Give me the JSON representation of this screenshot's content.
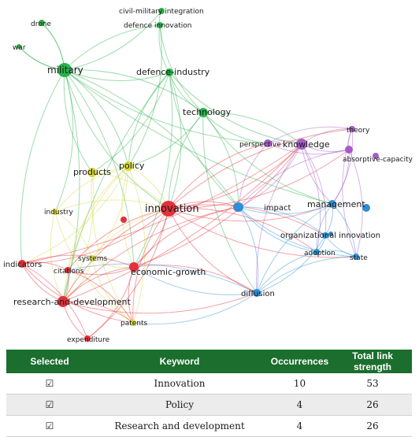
{
  "colors": {
    "green": "#2bb24c",
    "yellow": "#d8d83c",
    "red": "#e2313b",
    "purple": "#a45cc6",
    "blue": "#2c8fd6",
    "header_bg": "#1b6e2e"
  },
  "network": {
    "nodes": [
      {
        "id": "drone",
        "label": "drone",
        "cluster": "green"
      },
      {
        "id": "war",
        "label": "war",
        "cluster": "green"
      },
      {
        "id": "military",
        "label": "military",
        "cluster": "green"
      },
      {
        "id": "civil-military-integration",
        "label": "civil-military integration",
        "cluster": "green"
      },
      {
        "id": "defence-innovation",
        "label": "defence innovation",
        "cluster": "green"
      },
      {
        "id": "defence-industry",
        "label": "defence-industry",
        "cluster": "green"
      },
      {
        "id": "technology",
        "label": "technology",
        "cluster": "green"
      },
      {
        "id": "products",
        "label": "products",
        "cluster": "yellow"
      },
      {
        "id": "policy",
        "label": "policy",
        "cluster": "yellow"
      },
      {
        "id": "industry",
        "label": "industry",
        "cluster": "yellow"
      },
      {
        "id": "systems",
        "label": "systems",
        "cluster": "yellow"
      },
      {
        "id": "patents",
        "label": "patents",
        "cluster": "yellow"
      },
      {
        "id": "innovation",
        "label": "innovation",
        "cluster": "red"
      },
      {
        "id": "indicators",
        "label": "indicators",
        "cluster": "red"
      },
      {
        "id": "citations",
        "label": "citations",
        "cluster": "red"
      },
      {
        "id": "economic-growth",
        "label": "economic-growth",
        "cluster": "red"
      },
      {
        "id": "research-and-development",
        "label": "research-and-development",
        "cluster": "red"
      },
      {
        "id": "expenditure",
        "label": "expenditure",
        "cluster": "red"
      },
      {
        "id": "perspective",
        "label": "perspective",
        "cluster": "purple"
      },
      {
        "id": "knowledge",
        "label": "knowledge",
        "cluster": "purple"
      },
      {
        "id": "theory",
        "label": "theory",
        "cluster": "purple"
      },
      {
        "id": "absorptive-capacity",
        "label": "absorptive-capacity",
        "cluster": "purple"
      },
      {
        "id": "impact",
        "label": "impact",
        "cluster": "blue"
      },
      {
        "id": "management",
        "label": "management",
        "cluster": "blue"
      },
      {
        "id": "organizational-innovation",
        "label": "organizational innovation",
        "cluster": "blue"
      },
      {
        "id": "adoption",
        "label": "adoption",
        "cluster": "blue"
      },
      {
        "id": "state",
        "label": "state",
        "cluster": "blue"
      },
      {
        "id": "diffusion",
        "label": "diffusion",
        "cluster": "blue"
      }
    ]
  },
  "table": {
    "headers": [
      "Selected",
      "Keyword",
      "Occurrences",
      "Total link strength"
    ],
    "rows": [
      {
        "selected": "☑",
        "keyword": "Innovation",
        "occurrences": "10",
        "strength": "53"
      },
      {
        "selected": "☑",
        "keyword": "Policy",
        "occurrences": "4",
        "strength": "26"
      },
      {
        "selected": "☑",
        "keyword": "Research and development",
        "occurrences": "4",
        "strength": "26"
      }
    ]
  }
}
